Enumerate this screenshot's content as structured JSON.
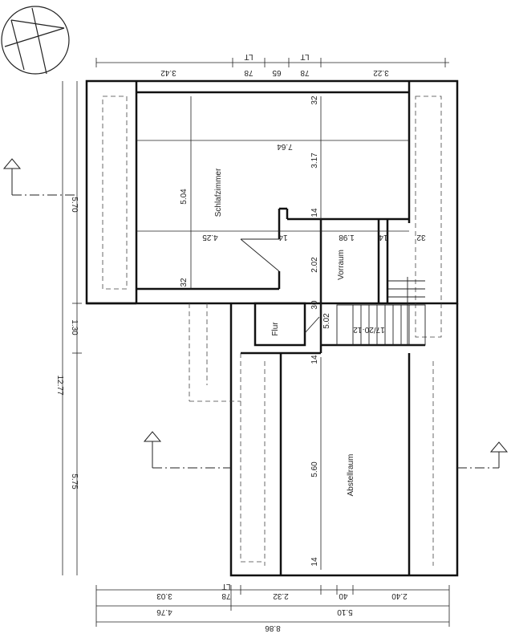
{
  "rooms": {
    "schlafzimmer": "Schlafzimmer",
    "vorraum": "Vorraum",
    "flur": "Flur",
    "abstellraum": "Abstellraum"
  },
  "stair": "17/20·12",
  "dims": {
    "top": [
      "3.42",
      "78",
      "65",
      "78",
      "3.22"
    ],
    "top_lt1": "LT",
    "top_lt2": "LT",
    "left_outer": "12.77",
    "left": [
      "5.70",
      "1.30",
      "5.75"
    ],
    "bottom1": [
      "3.03",
      "78",
      "2.32",
      "40",
      "2.40"
    ],
    "bottom1_lt": "LT",
    "bottom2": [
      "4.76",
      "5.10"
    ],
    "bottom3": "8.86",
    "internal": {
      "h_764": "7.64",
      "h_425": "4.25",
      "h_14a": "14",
      "h_198": "1.98",
      "h_14b": "14",
      "h_32": "32",
      "v_504": "5.04",
      "v_32a": "32",
      "v_317": "3.17",
      "v_32b": "32",
      "v_14a": "14",
      "v_202": "2.02",
      "v_30": "30",
      "v_502": "5.02",
      "v_14b": "14",
      "v_560": "5.60",
      "v_14c": "14"
    }
  }
}
